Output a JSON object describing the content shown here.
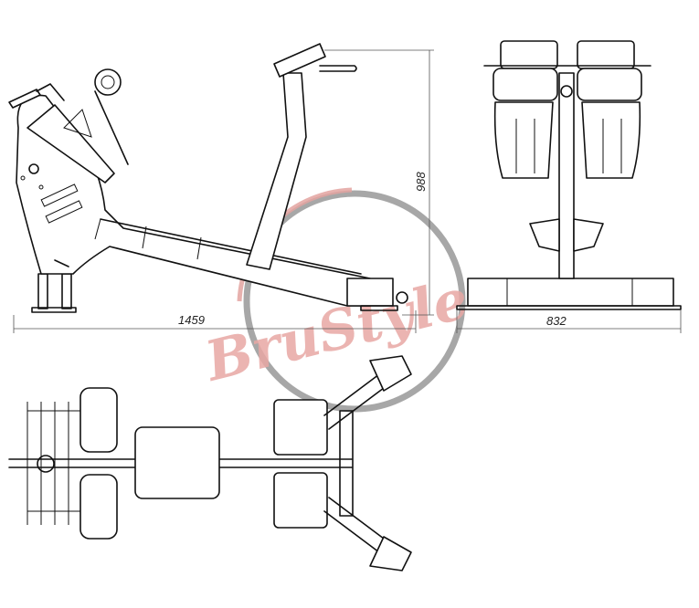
{
  "drawing": {
    "dimensions": {
      "length": "1459",
      "height": "988",
      "width": "832"
    },
    "watermark": "BruStyle",
    "colors": {
      "line": "#111111",
      "watermark_text": "#e8a7a4",
      "watermark_ring": "#8a8a8a"
    }
  }
}
